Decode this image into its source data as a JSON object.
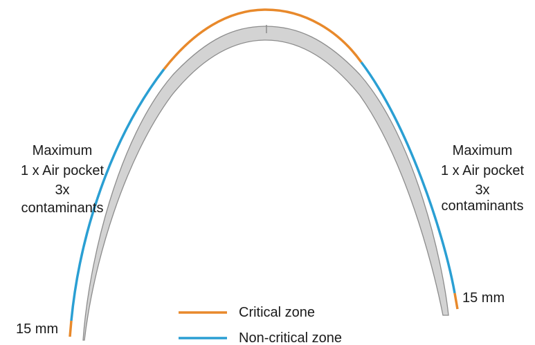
{
  "left_note": {
    "line1": "Maximum",
    "line2": "1 x Air pocket",
    "line3": "3x",
    "line4": "contaminants"
  },
  "right_note": {
    "line1": "Maximum",
    "line2": "1 x Air pocket",
    "line3": "3x",
    "line4": "contaminants"
  },
  "left_end_label": "15 mm",
  "right_end_label": "15 mm",
  "legend": [
    {
      "label": "Critical zone",
      "color": "#E8892B"
    },
    {
      "label": "Non-critical zone",
      "color": "#2A9FD3"
    }
  ],
  "colors": {
    "critical": "#E8892B",
    "non_critical": "#2A9FD3",
    "arch_fill": "#D3D3D3",
    "arch_stroke": "#8C8C8C"
  }
}
